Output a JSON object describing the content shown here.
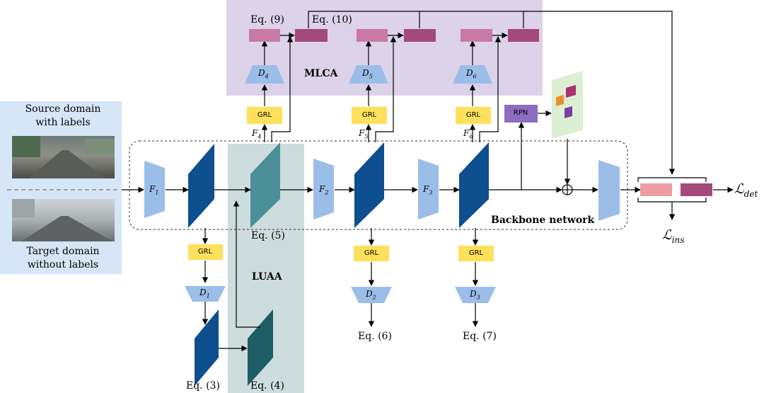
{
  "colors": {
    "mlca_bg": "#dcd2ea",
    "luaa_bg": "#cddcdd",
    "input_bg": "#d6e6f6",
    "grl": "#fde05c",
    "rpn": "#8d6cc4",
    "disc": "#9bbee8",
    "feature_dark": "#0e4f8f",
    "feature_teal": "#4a8f9a",
    "feature_darkteal": "#1d5d64",
    "pink_light": "#c879a4",
    "pink_dark": "#a34a7a",
    "pink_output": "#ee9ca4",
    "proposal_green": "#dcefd2",
    "proposal_orange": "#ef8e2c",
    "proposal_purple": "#7a3fa3",
    "proposal_magenta": "#a8336e"
  },
  "regions": {
    "mlca": "MLCA",
    "luaa": "LUAA",
    "backbone": "Backbone network"
  },
  "input": {
    "source_line1": "Source domain",
    "source_line2": "with labels",
    "target_line1": "Target domain",
    "target_line2": "without labels"
  },
  "blocks": {
    "grl": "GRL",
    "rpn": "RPN"
  },
  "encoders": {
    "f1": "F",
    "f1_sub": "1",
    "f2": "F",
    "f2_sub": "2",
    "f3": "F",
    "f3_sub": "3"
  },
  "features": {
    "f4": "F",
    "f4_sub": "4",
    "f5": "F",
    "f5_sub": "5",
    "f6": "F",
    "f6_sub": "6"
  },
  "discriminators": {
    "d1": "D",
    "d1_sub": "1",
    "d2": "D",
    "d2_sub": "2",
    "d3": "D",
    "d3_sub": "3",
    "d4": "D",
    "d4_sub": "4",
    "d5": "D",
    "d5_sub": "5",
    "d6": "D",
    "d6_sub": "6"
  },
  "equations": {
    "eq3": "Eq. (3)",
    "eq4": "Eq. (4)",
    "eq5": "Eq. (5)",
    "eq6": "Eq. (6)",
    "eq7": "Eq. (7)",
    "eq9": "Eq. (9)",
    "eq10": "Eq. (10)"
  },
  "losses": {
    "det": "ℒ",
    "det_sub": "det",
    "ins": "ℒ",
    "ins_sub": "ins"
  }
}
